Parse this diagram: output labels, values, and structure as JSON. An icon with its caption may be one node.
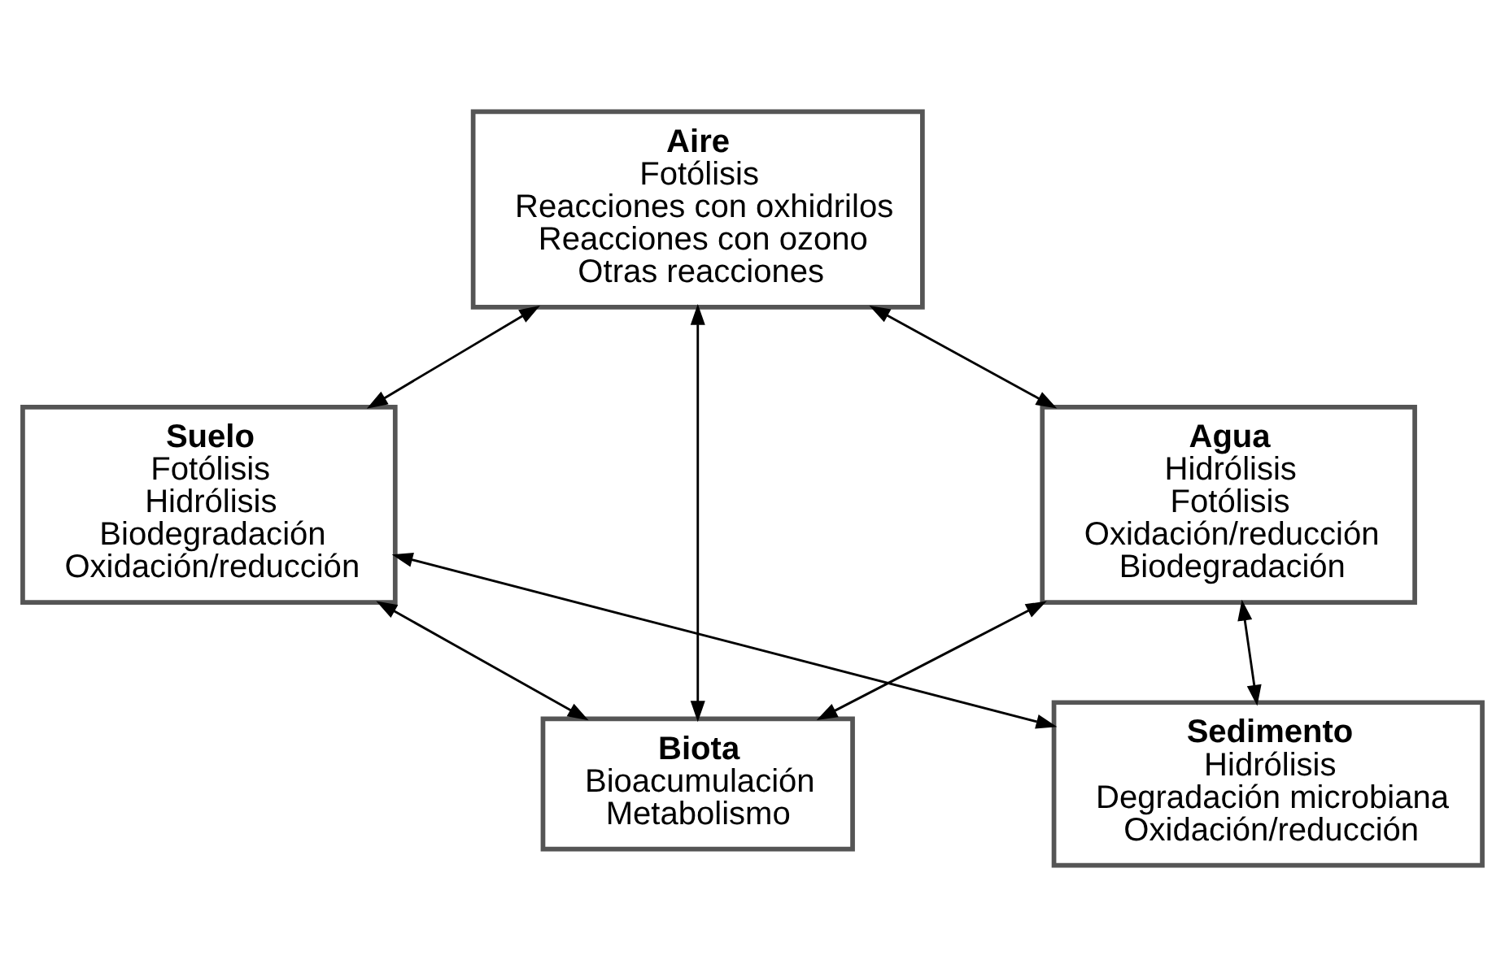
{
  "diagram": {
    "nodes": [
      {
        "text": [
          "Aire",
          "Fotólisis",
          "Reacciones con oxhidrilos",
          "Reacciones con ozono",
          "Otras reacciones"
        ]
      },
      {
        "text": [
          "Suelo",
          "Fotólisis",
          "Hidrólisis",
          "Biodegradación",
          "Oxidación/reducción"
        ]
      },
      {
        "text": [
          "Agua",
          "Hidrólisis",
          "Fotólisis",
          "Oxidación/reducción",
          "Biodegradación"
        ]
      },
      {
        "text": [
          "Biota",
          "Bioacumulación",
          "Metabolismo"
        ]
      },
      {
        "text": [
          "Sedimento",
          "Hidrólisis",
          "Degradación microbiana",
          "Oxidación/reducción"
        ]
      }
    ],
    "edges": [
      {
        "from": 0,
        "to": 1,
        "arrow": "both"
      },
      {
        "from": 0,
        "to": 2,
        "arrow": "both"
      },
      {
        "from": 0,
        "to": 3,
        "arrow": "both"
      },
      {
        "from": 1,
        "to": 3,
        "arrow": "both"
      },
      {
        "from": 1,
        "to": 4,
        "arrow": "both"
      },
      {
        "from": 2,
        "to": 3,
        "arrow": "both"
      },
      {
        "from": 2,
        "to": 4,
        "arrow": "both"
      }
    ]
  }
}
